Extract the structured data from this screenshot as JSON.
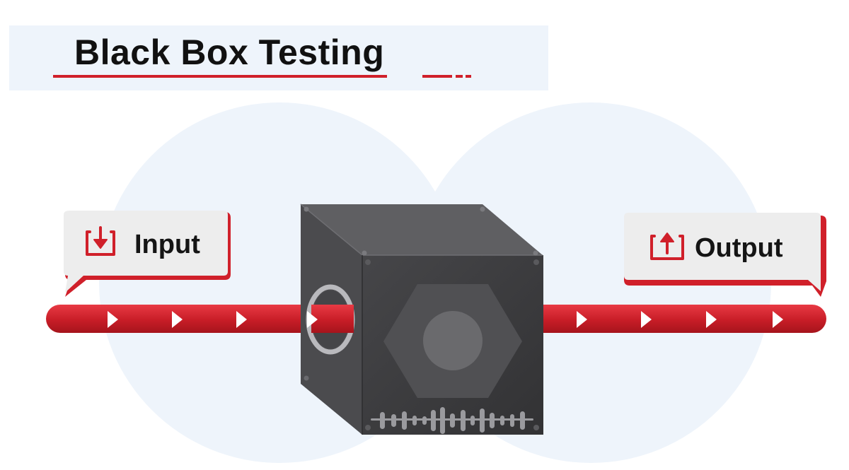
{
  "title": "Black Box Testing",
  "input_label": "Input",
  "output_label": "Output",
  "colors": {
    "accent": "#d0202a",
    "banner_background": "#eef4fb",
    "circle_background": "#eef4fb",
    "box_front": "#3d3d3f",
    "box_top": "#5e5e61",
    "box_side": "#4a4a4c"
  },
  "icons": {
    "input": "download-tray-icon",
    "output": "upload-tray-icon"
  }
}
